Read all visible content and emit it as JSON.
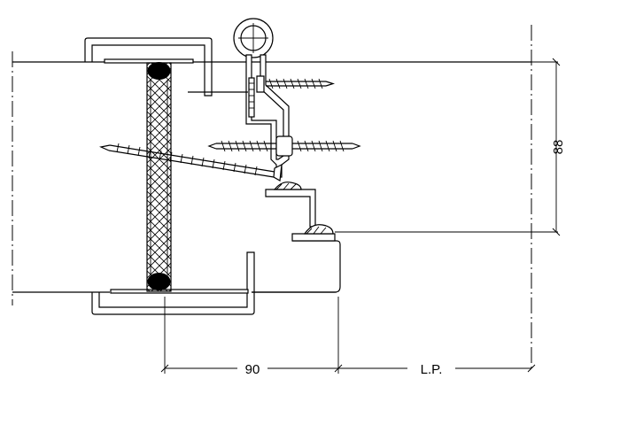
{
  "dimensions": {
    "width_label": "90",
    "lp_label": "L.P.",
    "height_label": "88"
  },
  "colors": {
    "line": "#000000",
    "background": "#ffffff",
    "core_fill": "#000000"
  }
}
